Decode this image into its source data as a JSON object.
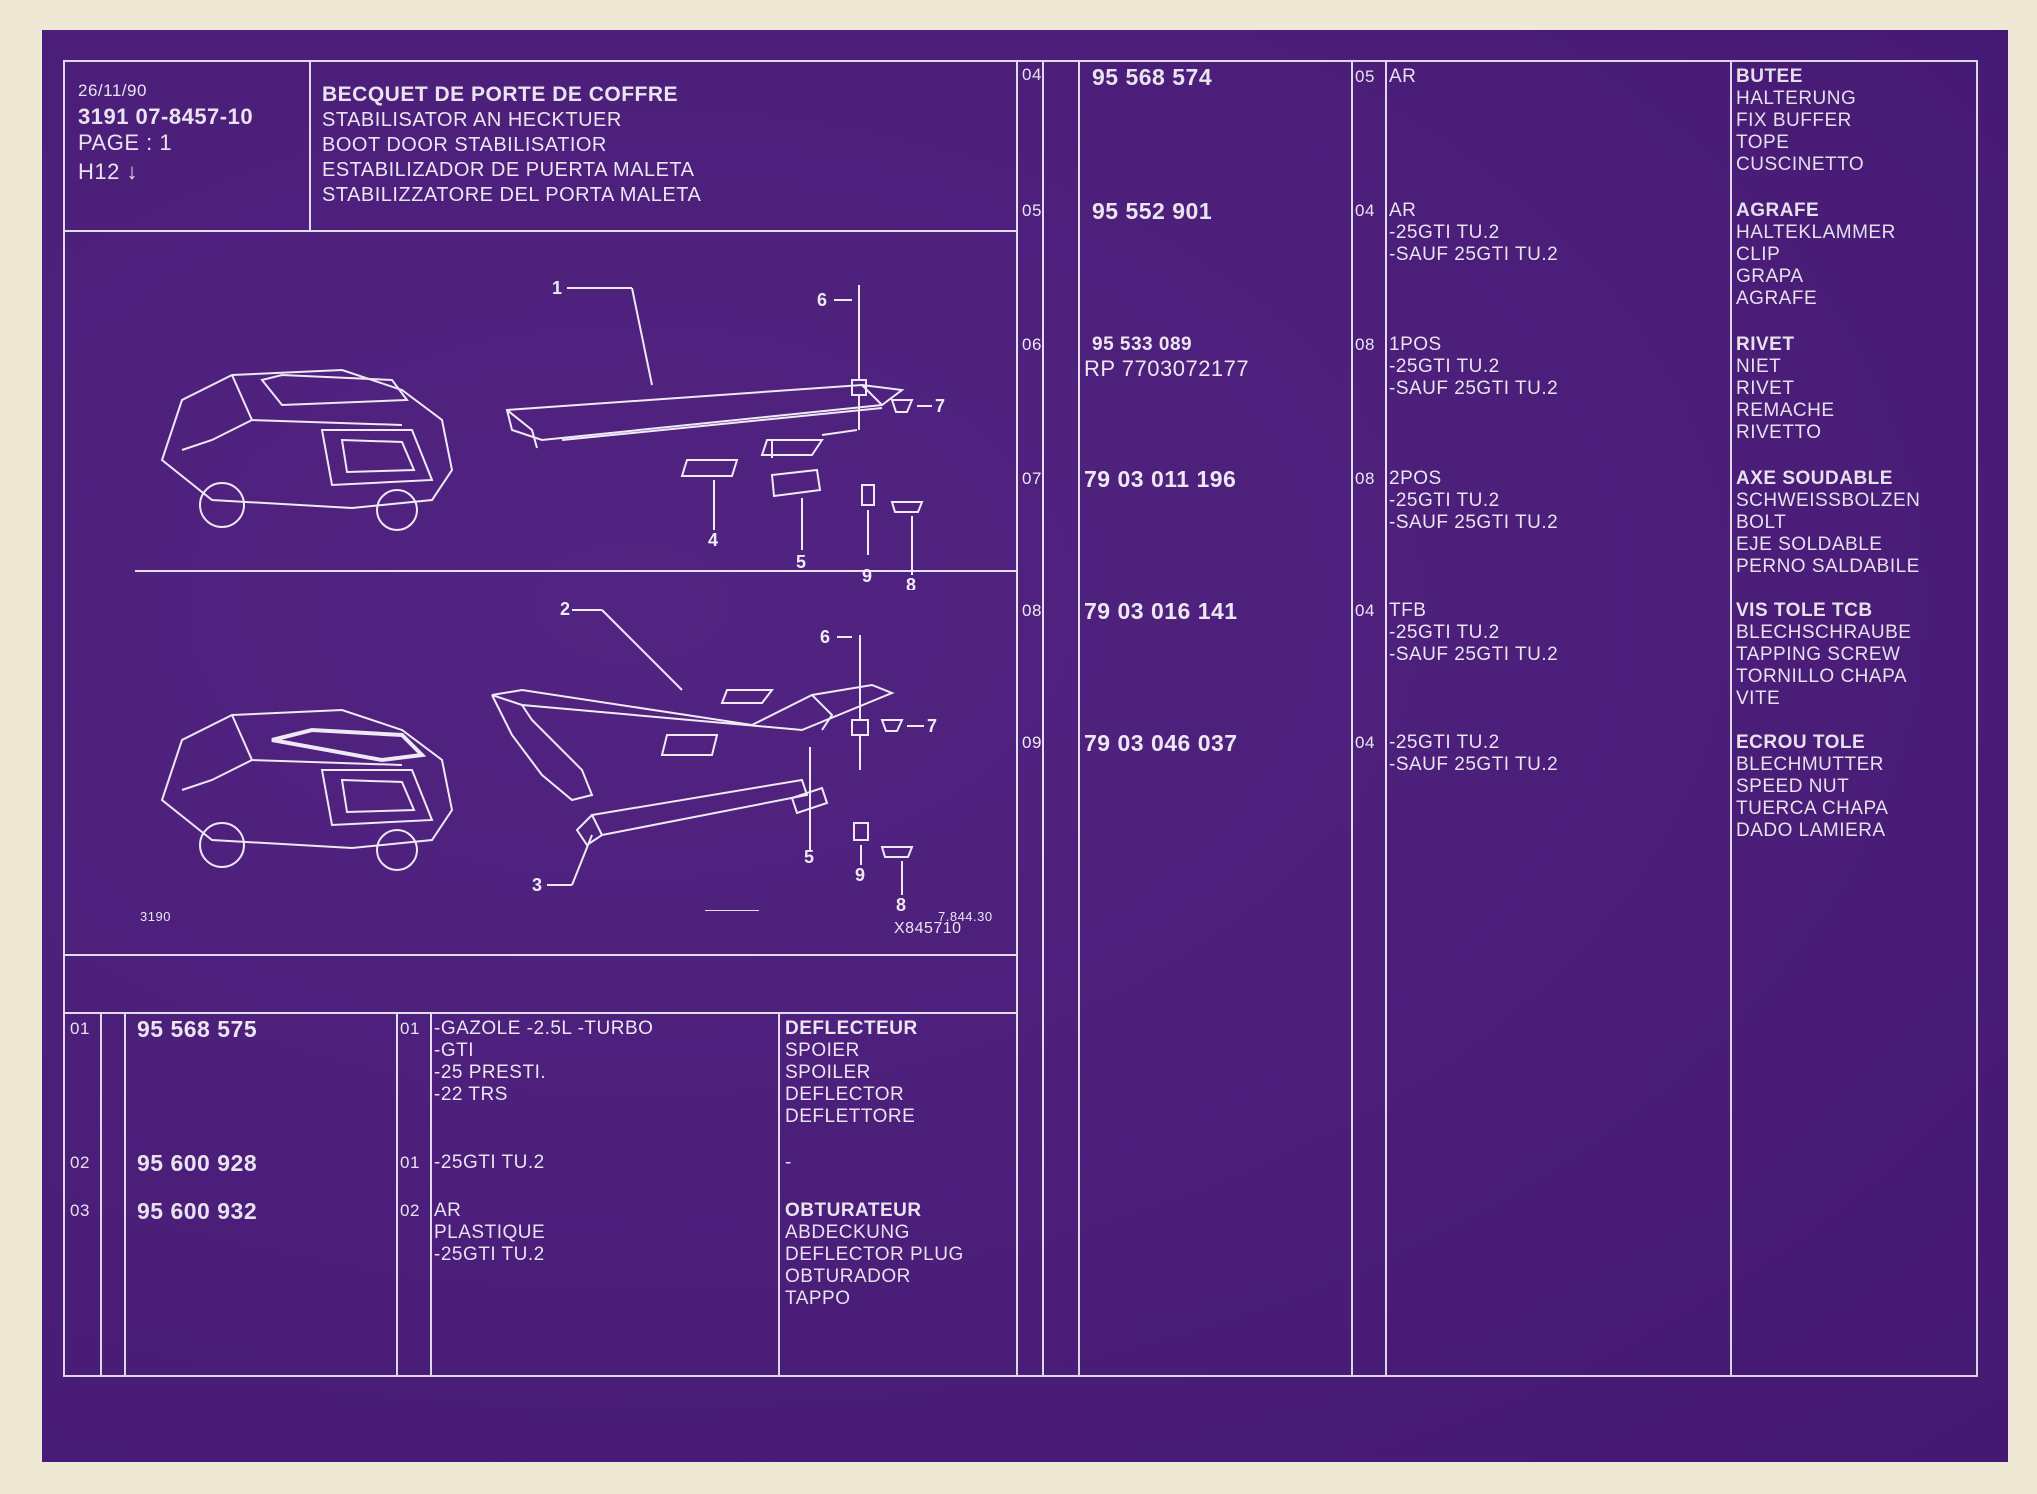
{
  "header": {
    "date": "26/11/90",
    "ref": "3191  07-8457-10",
    "page": "PAGE : 1",
    "code": "H12 ↓",
    "titles": [
      "BECQUET DE PORTE DE COFFRE",
      "STABILISATOR AN HECKTUER",
      "BOOT DOOR STABILISATIOR",
      "ESTABILIZADOR DE PUERTA MALETA",
      "STABILIZZATORE DEL PORTA MALETA"
    ]
  },
  "drawing": {
    "callouts_top": [
      "1",
      "6",
      "7",
      "4",
      "5",
      "9",
      "8"
    ],
    "callouts_bottom": [
      "2",
      "6",
      "7",
      "3",
      "5",
      "9",
      "8"
    ],
    "code_left": "3190",
    "code_right_1": "7.844.30",
    "code_right_2": "X845710"
  },
  "left_rows": [
    {
      "n": "01",
      "part": "95 568 575",
      "qty": "01",
      "notes": [
        "-GAZOLE -2.5L -TURBO",
        "-GTI",
        "-25 PRESTI.",
        "-22 TRS"
      ],
      "desc_title": "DEFLECTEUR",
      "desc": [
        "SPOIER",
        "SPOILER",
        "DEFLECTOR",
        "DEFLETTORE"
      ]
    },
    {
      "n": "02",
      "part": "95 600 928",
      "qty": "01",
      "notes": [
        "-25GTI TU.2"
      ],
      "desc_title": "",
      "desc": [
        "-"
      ]
    },
    {
      "n": "03",
      "part": "95 600 932",
      "qty": "02",
      "notes": [
        "AR",
        "PLASTIQUE",
        "-25GTI TU.2"
      ],
      "desc_title": "OBTURATEUR",
      "desc": [
        "ABDECKUNG",
        "DEFLECTOR PLUG",
        "OBTURADOR",
        "TAPPO"
      ]
    }
  ],
  "right_rows": [
    {
      "n": "04",
      "part": "95 568 574",
      "part2": "",
      "qty": "05",
      "notes": [
        "AR"
      ],
      "desc_title": "BUTEE",
      "desc": [
        "HALTERUNG",
        "FIX BUFFER",
        "TOPE",
        "CUSCINETTO"
      ]
    },
    {
      "n": "05",
      "part": "95 552 901",
      "part2": "",
      "qty": "04",
      "notes": [
        "AR",
        "-25GTI TU.2",
        "-SAUF 25GTI TU.2"
      ],
      "desc_title": "AGRAFE",
      "desc": [
        "HALTEKLAMMER",
        "CLIP",
        "GRAPA",
        "AGRAFE"
      ]
    },
    {
      "n": "06",
      "part": "95 533 089",
      "part2": "RP  7703072177",
      "qty": "08",
      "notes": [
        "1POS",
        "-25GTI TU.2",
        "-SAUF 25GTI TU.2"
      ],
      "desc_title": "RIVET",
      "desc": [
        "NIET",
        "RIVET",
        "REMACHE",
        "RIVETTO"
      ]
    },
    {
      "n": "07",
      "part": "79 03 011 196",
      "part2": "",
      "qty": "08",
      "notes": [
        "2POS",
        "-25GTI TU.2",
        "-SAUF 25GTI TU.2"
      ],
      "desc_title": "AXE SOUDABLE",
      "desc": [
        "SCHWEISSBOLZEN",
        "BOLT",
        "EJE SOLDABLE",
        "PERNO SALDABILE"
      ]
    },
    {
      "n": "08",
      "part": "79 03 016 141",
      "part2": "",
      "qty": "04",
      "notes": [
        "TFB",
        "-25GTI TU.2",
        "-SAUF 25GTI TU.2"
      ],
      "desc_title": "VIS TOLE TCB",
      "desc": [
        "BLECHSCHRAUBE",
        "TAPPING SCREW",
        "TORNILLO CHAPA",
        "VITE"
      ]
    },
    {
      "n": "09",
      "part": "79 03 046 037",
      "part2": "",
      "qty": "04",
      "notes": [
        "-25GTI TU.2",
        "-SAUF 25GTI TU.2"
      ],
      "desc_title": "ECROU TOLE",
      "desc": [
        "BLECHMUTTER",
        "SPEED NUT",
        "TUERCA CHAPA",
        "DADO LAMIERA"
      ]
    }
  ],
  "icons": [
    "car-top-drawing-icon",
    "spoiler-top-drawing-icon",
    "car-bottom-drawing-icon",
    "spoiler-bottom-drawing-icon"
  ],
  "colors": {
    "sheet": "#4a1b7c",
    "ink": "#f2ecf8",
    "paper": "#efe8d4"
  }
}
